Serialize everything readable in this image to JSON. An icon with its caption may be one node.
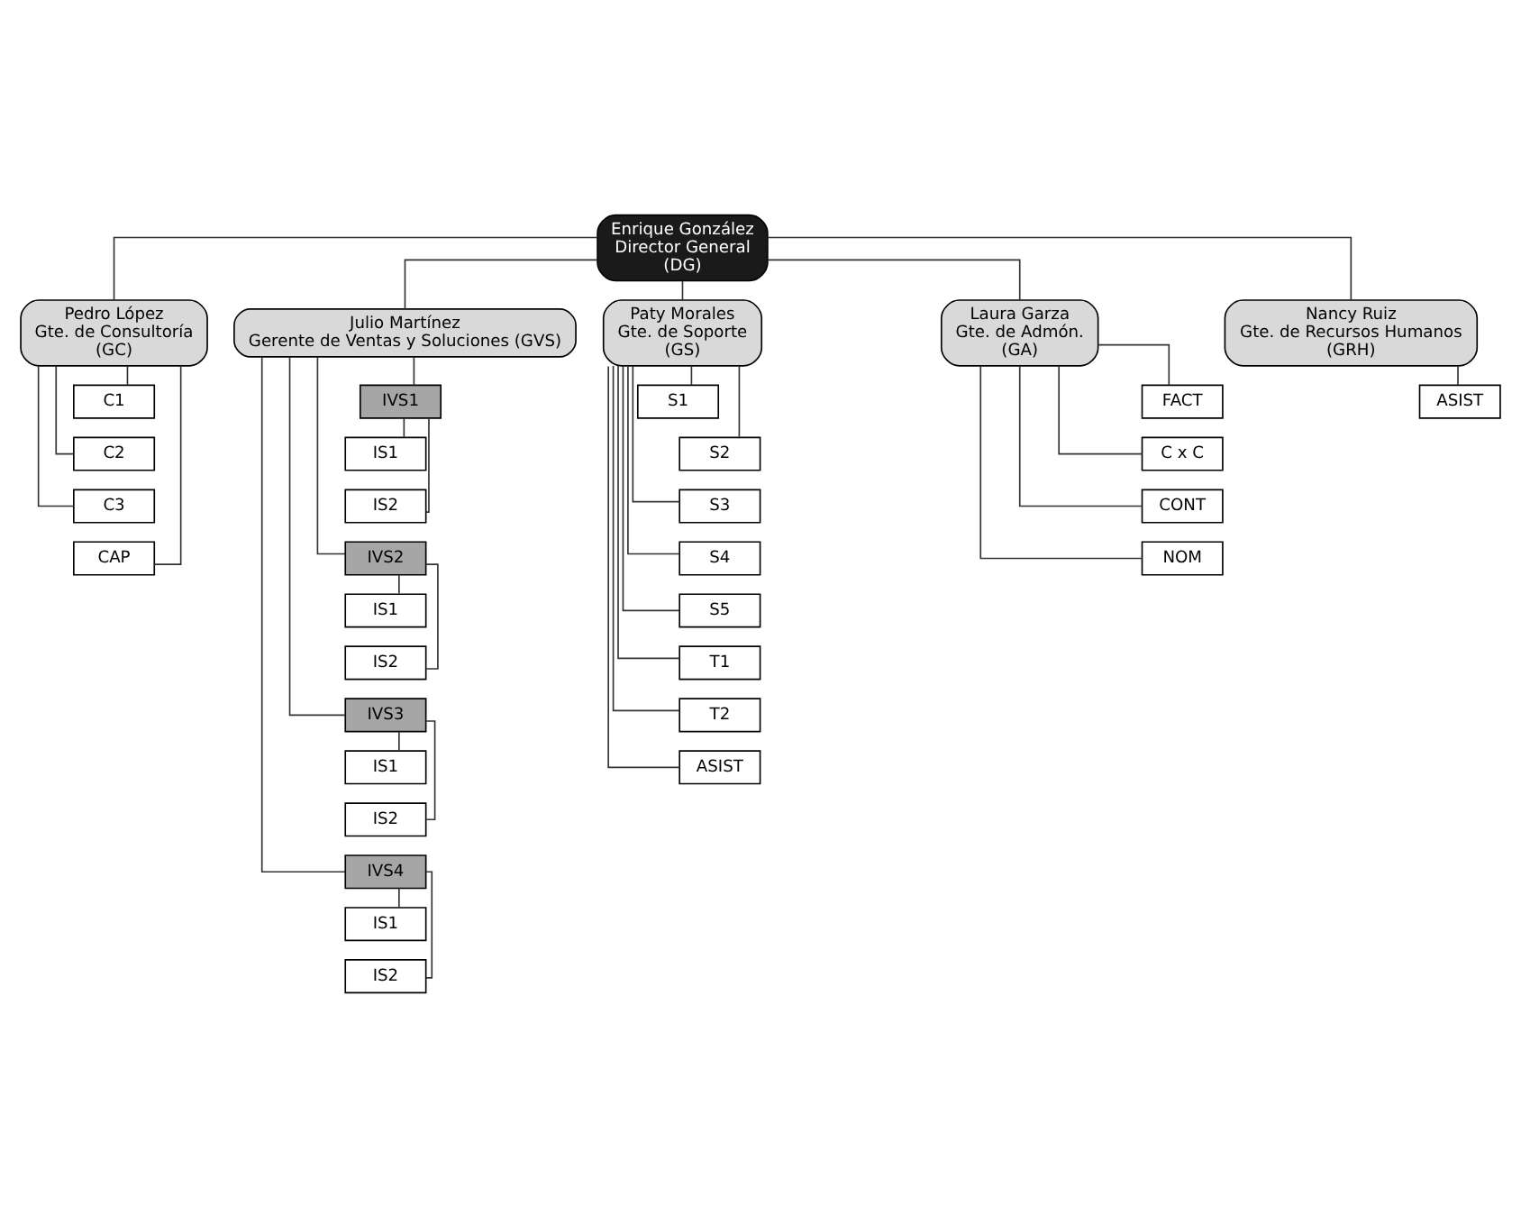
{
  "diagram": {
    "nodes": [
      {
        "text": [
          "Enrique González",
          "Director General",
          "(DG)"
        ]
      },
      {
        "text": [
          "Pedro López",
          "Gte. de Consultoría",
          "(GC)"
        ]
      },
      {
        "text": [
          "Julio Martínez",
          "Gerente de Ventas y Soluciones (GVS)"
        ]
      },
      {
        "text": [
          "Paty Morales",
          "Gte. de Soporte",
          "(GS)"
        ]
      },
      {
        "text": [
          "Laura Garza",
          "Gte. de Admón.",
          "(GA)"
        ]
      },
      {
        "text": [
          "Nancy Ruiz",
          "Gte. de Recursos Humanos",
          "(GRH)"
        ]
      },
      {
        "text": [
          "C1"
        ]
      },
      {
        "text": [
          "C2"
        ]
      },
      {
        "text": [
          "C3"
        ]
      },
      {
        "text": [
          "CAP"
        ]
      },
      {
        "text": [
          "IVS1"
        ]
      },
      {
        "text": [
          "IS1"
        ]
      },
      {
        "text": [
          "IS2"
        ]
      },
      {
        "text": [
          "IVS2"
        ]
      },
      {
        "text": [
          "IS1"
        ]
      },
      {
        "text": [
          "IS2"
        ]
      },
      {
        "text": [
          "IVS3"
        ]
      },
      {
        "text": [
          "IS1"
        ]
      },
      {
        "text": [
          "IS2"
        ]
      },
      {
        "text": [
          "IVS4"
        ]
      },
      {
        "text": [
          "IS1"
        ]
      },
      {
        "text": [
          "IS2"
        ]
      },
      {
        "text": [
          "S1"
        ]
      },
      {
        "text": [
          "S2"
        ]
      },
      {
        "text": [
          "S3"
        ]
      },
      {
        "text": [
          "S4"
        ]
      },
      {
        "text": [
          "S5"
        ]
      },
      {
        "text": [
          "T1"
        ]
      },
      {
        "text": [
          "T2"
        ]
      },
      {
        "text": [
          "ASIST"
        ]
      },
      {
        "text": [
          "FACT"
        ]
      },
      {
        "text": [
          "C x C"
        ]
      },
      {
        "text": [
          "CONT"
        ]
      },
      {
        "text": [
          "NOM"
        ]
      },
      {
        "text": [
          "ASIST"
        ]
      }
    ],
    "edges": [
      {
        "from": 0,
        "to": 1,
        "arrow": "none"
      },
      {
        "from": 0,
        "to": 2,
        "arrow": "none"
      },
      {
        "from": 0,
        "to": 3,
        "arrow": "none"
      },
      {
        "from": 0,
        "to": 4,
        "arrow": "none"
      },
      {
        "from": 0,
        "to": 5,
        "arrow": "none"
      },
      {
        "from": 1,
        "to": 6,
        "arrow": "none"
      },
      {
        "from": 1,
        "to": 7,
        "arrow": "none"
      },
      {
        "from": 1,
        "to": 8,
        "arrow": "none"
      },
      {
        "from": 1,
        "to": 9,
        "arrow": "none"
      },
      {
        "from": 2,
        "to": 10,
        "arrow": "none"
      },
      {
        "from": 10,
        "to": 11,
        "arrow": "none"
      },
      {
        "from": 10,
        "to": 12,
        "arrow": "none"
      },
      {
        "from": 2,
        "to": 13,
        "arrow": "none"
      },
      {
        "from": 13,
        "to": 14,
        "arrow": "none"
      },
      {
        "from": 13,
        "to": 15,
        "arrow": "none"
      },
      {
        "from": 2,
        "to": 16,
        "arrow": "none"
      },
      {
        "from": 16,
        "to": 17,
        "arrow": "none"
      },
      {
        "from": 16,
        "to": 18,
        "arrow": "none"
      },
      {
        "from": 2,
        "to": 19,
        "arrow": "none"
      },
      {
        "from": 19,
        "to": 20,
        "arrow": "none"
      },
      {
        "from": 19,
        "to": 21,
        "arrow": "none"
      },
      {
        "from": 3,
        "to": 22,
        "arrow": "none"
      },
      {
        "from": 3,
        "to": 23,
        "arrow": "none"
      },
      {
        "from": 3,
        "to": 24,
        "arrow": "none"
      },
      {
        "from": 3,
        "to": 25,
        "arrow": "none"
      },
      {
        "from": 3,
        "to": 26,
        "arrow": "none"
      },
      {
        "from": 3,
        "to": 27,
        "arrow": "none"
      },
      {
        "from": 3,
        "to": 28,
        "arrow": "none"
      },
      {
        "from": 3,
        "to": 29,
        "arrow": "none"
      },
      {
        "from": 4,
        "to": 30,
        "arrow": "none"
      },
      {
        "from": 4,
        "to": 31,
        "arrow": "none"
      },
      {
        "from": 4,
        "to": 32,
        "arrow": "none"
      },
      {
        "from": 4,
        "to": 33,
        "arrow": "none"
      },
      {
        "from": 5,
        "to": 34,
        "arrow": "none"
      }
    ]
  }
}
